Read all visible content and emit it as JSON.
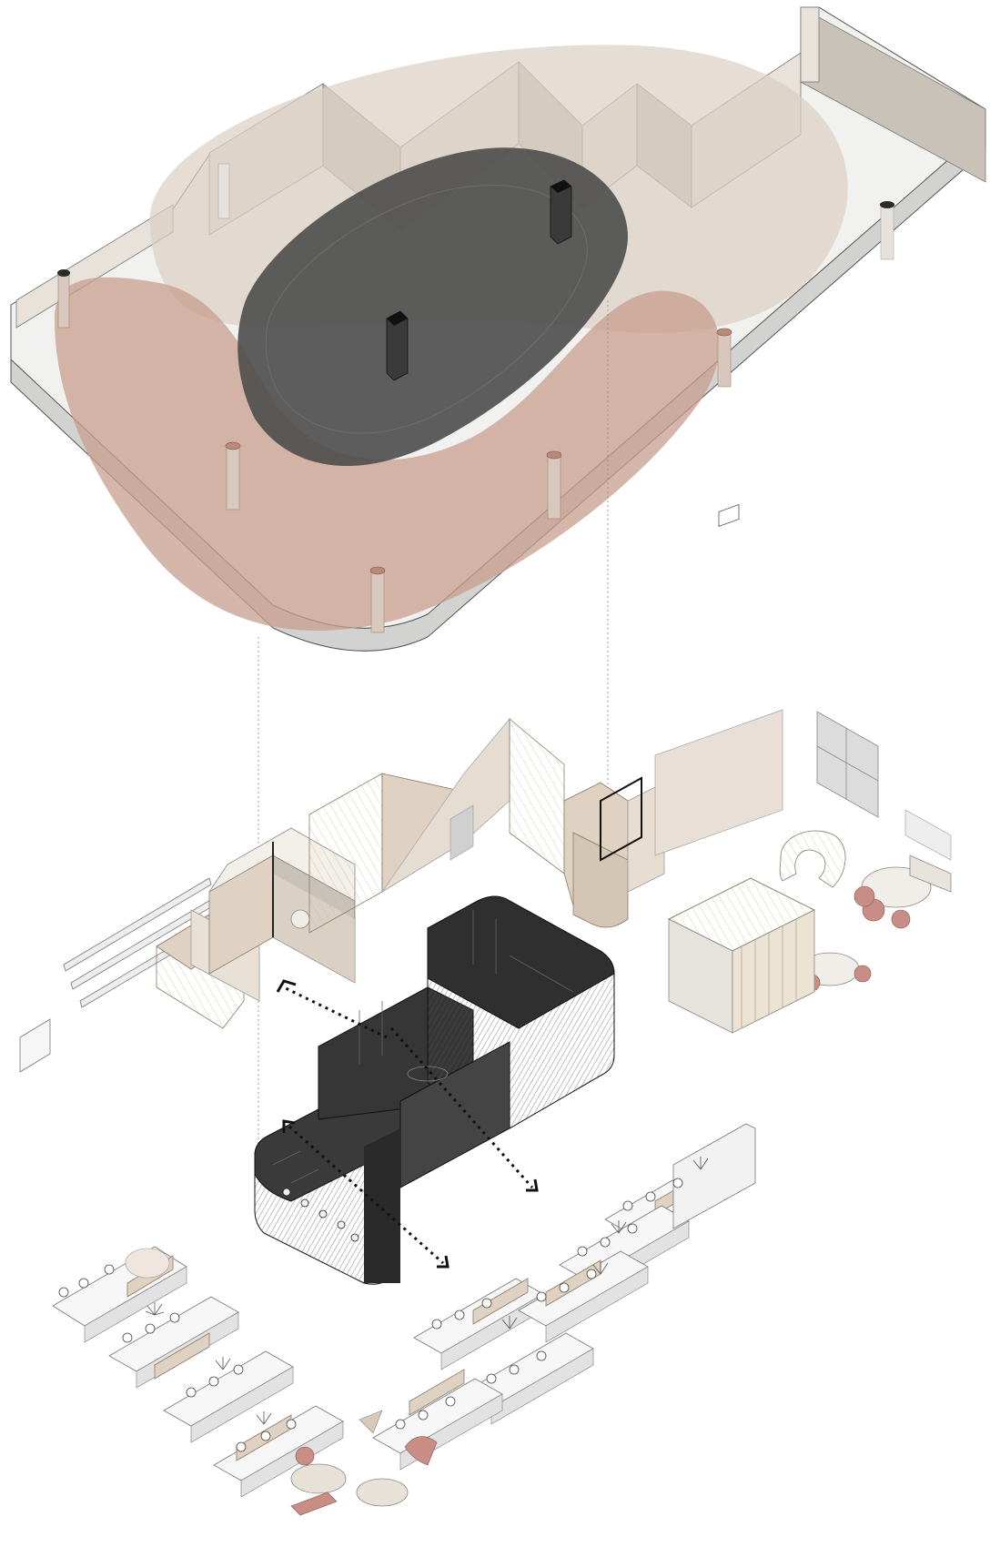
{
  "diagram": {
    "kind": "exploded-axonometric-office-plan",
    "colors": {
      "background": "#ffffff",
      "slab_top": "#f1f1f0",
      "slab_edge": "#d2d2d0",
      "wall_light": "#e8e2da",
      "wall_shadow": "#c9c2b8",
      "zone_beige": "#dccfc2",
      "zone_pink": "#c79e8e",
      "zone_core": "#4d4d4d",
      "core_block": "#3a3a3a",
      "column": "#d8c8bd",
      "column_dark": "#2a2a2a",
      "timber": "#dfd2c2",
      "timber_dark": "#b7a58f",
      "furniture_pink": "#c88e86",
      "line": "#555555",
      "plant": "#6a6a6a"
    },
    "icons": [
      "exploded-floor-slab",
      "zone-overlay-beige",
      "zone-overlay-pink",
      "zone-overlay-core",
      "structural-column",
      "partition-wall",
      "joinery-unit",
      "meeting-pod",
      "lounge-seating",
      "core-block",
      "circulation-arrow",
      "workstation-desk",
      "office-chair",
      "potted-plant"
    ]
  }
}
